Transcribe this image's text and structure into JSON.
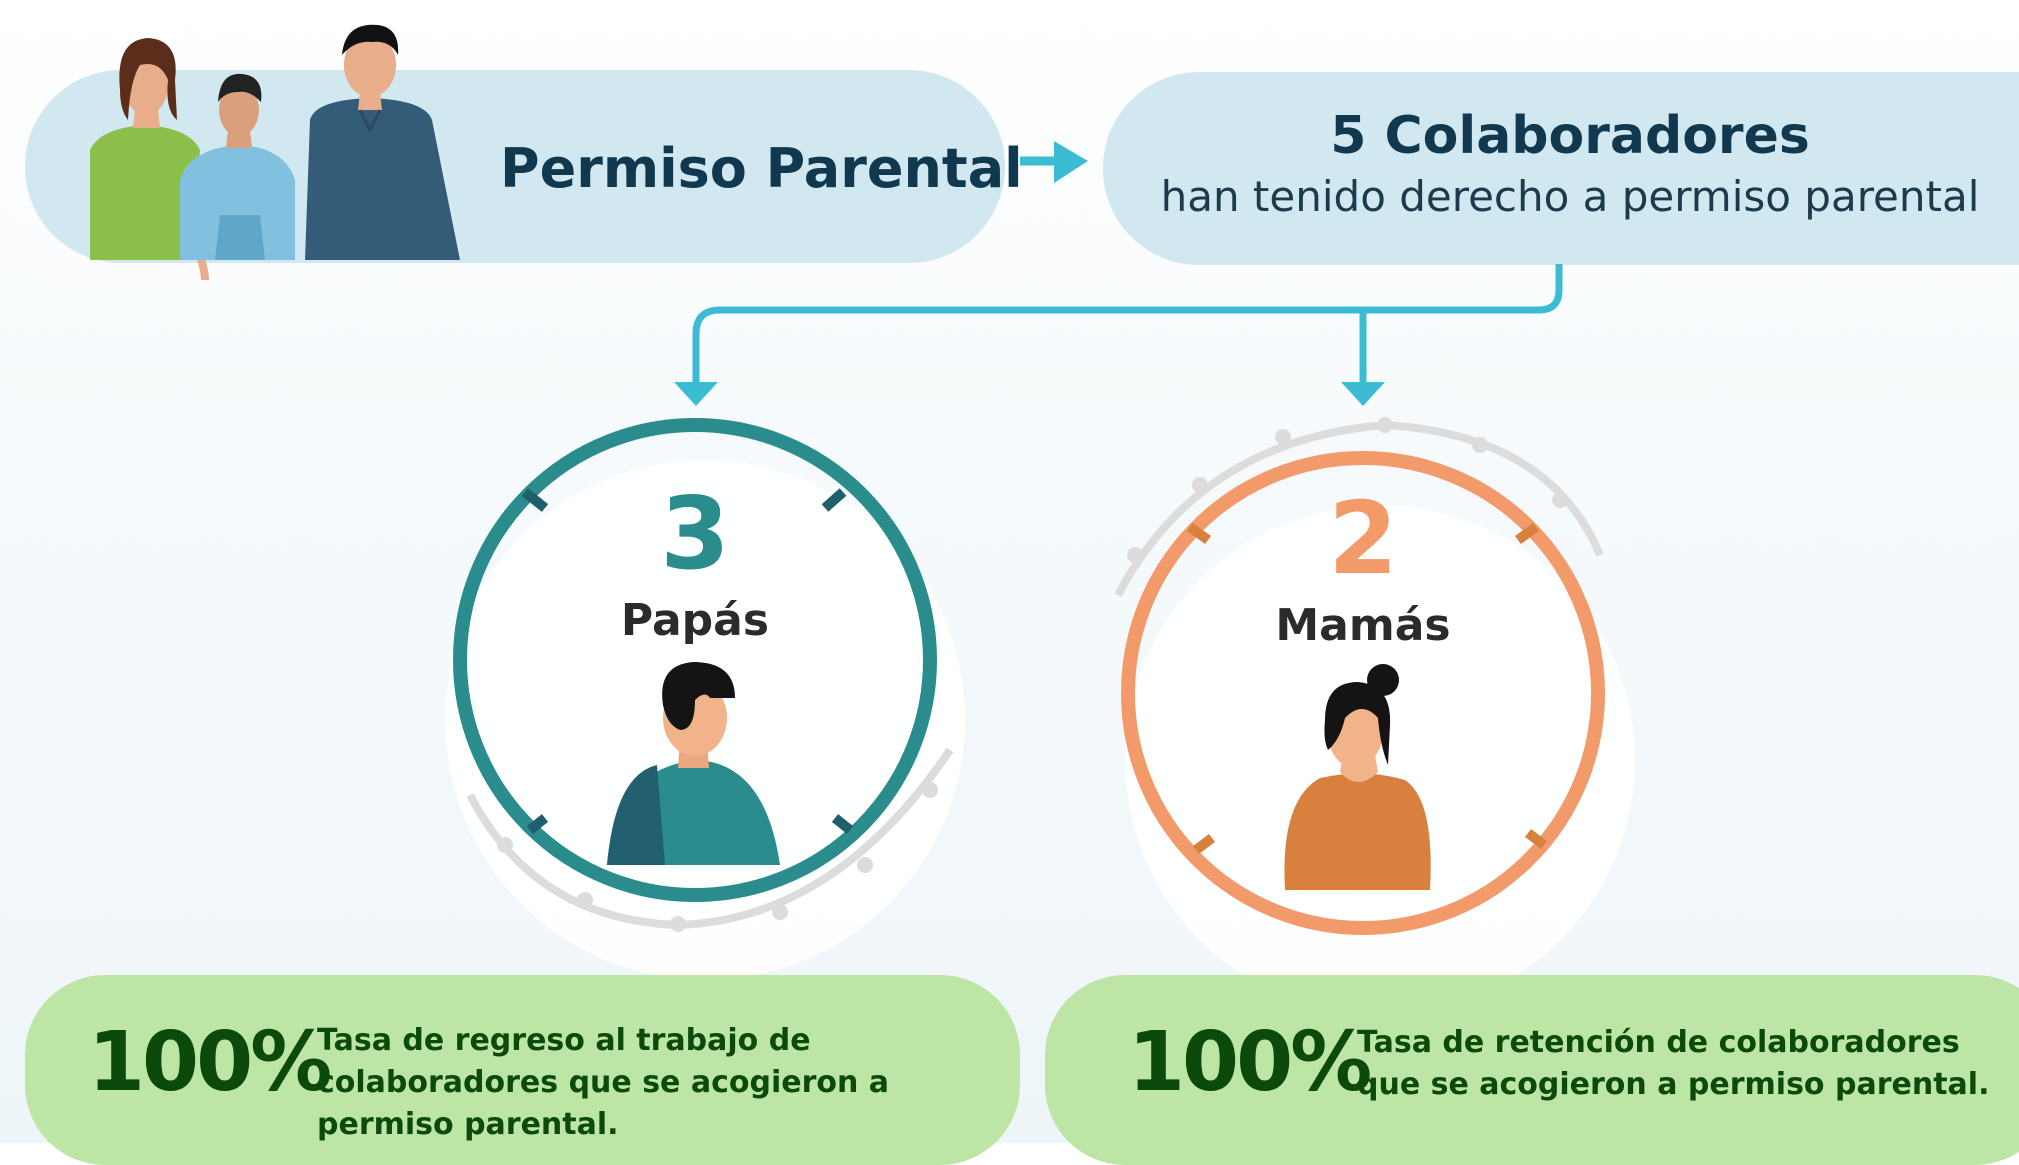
{
  "header": {
    "title": "Permiso Parental",
    "count_title": "5 Colaboradores",
    "count_subtitle": "han tenido derecho a permiso parental"
  },
  "groups": [
    {
      "value": "3",
      "label": "Papás",
      "color": "#2a8c8c"
    },
    {
      "value": "2",
      "label": "Mamás",
      "color": "#f39a6b"
    }
  ],
  "stats": [
    {
      "percent": "100%",
      "description": "Tasa de regreso al trabajo de colaboradores que se acogieron a permiso parental."
    },
    {
      "percent": "100%",
      "description": "Tasa de retención de colaboradores que se acogieron a permiso parental."
    }
  ],
  "colors": {
    "navy": "#10384f",
    "light_blue_pill": "#d2e8f0",
    "arrow_cyan": "#3cbcd2",
    "green_pill": "#bde5a5",
    "dark_green_text": "#0c4a0c"
  },
  "icons": [
    "family-illustration",
    "father-avatar-icon",
    "mother-avatar-icon",
    "arrow-right-icon",
    "arrow-down-icon"
  ]
}
